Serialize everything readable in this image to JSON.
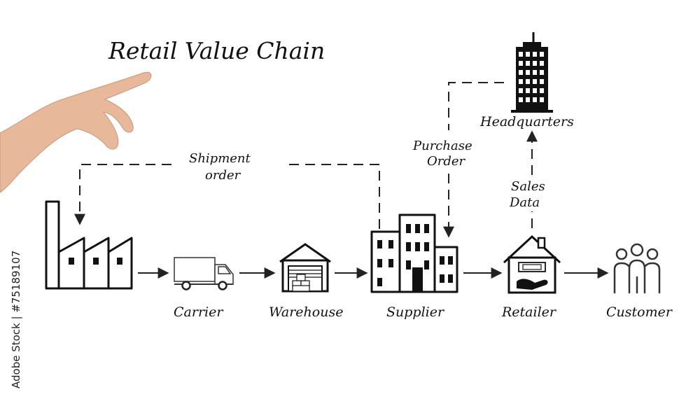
{
  "title": "Retail Value Chain",
  "nodes": {
    "factory": "",
    "carrier": "Carrier",
    "warehouse": "Warehouse",
    "supplier": "Supplier",
    "retailer": "Retailer",
    "customer": "Customer",
    "headquarters": "Headquarters"
  },
  "flows": {
    "shipment_order": [
      "Shipment",
      "order"
    ],
    "purchase_order": [
      "Purchase",
      "Order"
    ],
    "sales_data": [
      "Sales",
      "Data"
    ]
  },
  "side_text": "Adobe Stock | #75189107",
  "colors": {
    "ink": "#111111",
    "skin": "#e8b89a",
    "background": "#ffffff"
  }
}
